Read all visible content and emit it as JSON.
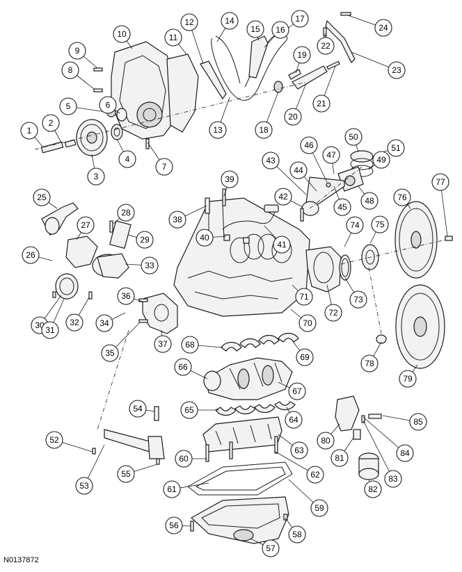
{
  "figure_code": "N0137872",
  "callout_labels": [
    "1",
    "2",
    "3",
    "4",
    "5",
    "6",
    "7",
    "8",
    "9",
    "10",
    "11",
    "12",
    "13",
    "14",
    "15",
    "16",
    "17",
    "18",
    "19",
    "20",
    "21",
    "22",
    "23",
    "24",
    "25",
    "26",
    "27",
    "28",
    "29",
    "30",
    "31",
    "32",
    "33",
    "34",
    "35",
    "36",
    "37",
    "38",
    "39",
    "40",
    "41",
    "42",
    "43",
    "44",
    "45",
    "46",
    "47",
    "48",
    "49",
    "50",
    "51",
    "52",
    "53",
    "54",
    "55",
    "56",
    "57",
    "58",
    "59",
    "60",
    "61",
    "62",
    "63",
    "64",
    "65",
    "66",
    "67",
    "68",
    "69",
    "70",
    "71",
    "72",
    "73",
    "74",
    "75",
    "76",
    "77",
    "78",
    "79",
    "80",
    "81",
    "82",
    "83",
    "84",
    "85"
  ]
}
